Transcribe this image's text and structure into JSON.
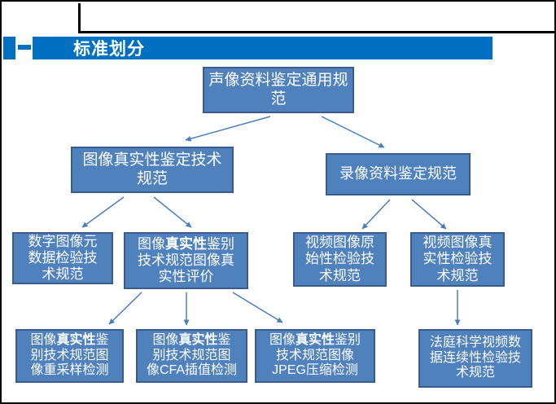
{
  "slide": {
    "title_bar": {
      "title": "标准划分"
    },
    "colors": {
      "header_blue": "#0070C0",
      "node_fill": "#4F81BD",
      "node_border": "#385D8A",
      "node_text": "#FFFFFF",
      "arrow": "#4A7EBB",
      "slide_border": "#000000"
    }
  },
  "diagram": {
    "nodes": [
      {
        "id": "root",
        "text": "声像资料鉴定通用规范",
        "lines": [
          [
            {
              "t": "声像资料鉴定通用规"
            }
          ],
          [
            {
              "t": "范"
            }
          ]
        ]
      },
      {
        "id": "img-auth-spec",
        "text": "图像真实性鉴定技术规范",
        "lines": [
          [
            {
              "t": "图像真实性鉴定技术"
            }
          ],
          [
            {
              "t": "规范"
            }
          ]
        ]
      },
      {
        "id": "video-rec-spec",
        "text": "录像资料鉴定规范",
        "lines": [
          [
            {
              "t": "录像资料鉴定规范"
            }
          ]
        ]
      },
      {
        "id": "metadata-spec",
        "text": "数字图像元数据检验技术规范",
        "lines": [
          [
            {
              "t": "数字图像元"
            }
          ],
          [
            {
              "t": "数据检验技"
            }
          ],
          [
            {
              "t": "术规范"
            }
          ]
        ]
      },
      {
        "id": "img-auth-eval",
        "text": "图像真实性鉴别技术规范图像真实性评价",
        "lines": [
          [
            {
              "t": "图像"
            },
            {
              "t": "真实性",
              "b": true
            },
            {
              "t": "鉴别"
            }
          ],
          [
            {
              "t": "技术规范图像真"
            }
          ],
          [
            {
              "t": "实性评价"
            }
          ]
        ]
      },
      {
        "id": "video-originality",
        "text": "视频图像原始性检验技术规范",
        "lines": [
          [
            {
              "t": "视频图像原"
            }
          ],
          [
            {
              "t": "始性检验技"
            }
          ],
          [
            {
              "t": "术规范"
            }
          ]
        ]
      },
      {
        "id": "video-authenticity",
        "text": "视频图像真实性检验技术规范",
        "lines": [
          [
            {
              "t": "视频图像真"
            }
          ],
          [
            {
              "t": "实性检验技"
            }
          ],
          [
            {
              "t": "术规范"
            }
          ]
        ]
      },
      {
        "id": "resample-detect",
        "text": "图像真实性鉴别技术规范图像重采样检测",
        "lines": [
          [
            {
              "t": "图像"
            },
            {
              "t": "真实性",
              "b": true
            },
            {
              "t": "鉴"
            }
          ],
          [
            {
              "t": "别技术规范图"
            }
          ],
          [
            {
              "t": "像重采样检测"
            }
          ]
        ]
      },
      {
        "id": "cfa-detect",
        "text": "图像真实性鉴别技术规范图像CFA插值检测",
        "lines": [
          [
            {
              "t": "图像"
            },
            {
              "t": "真实性",
              "b": true
            },
            {
              "t": "鉴"
            }
          ],
          [
            {
              "t": "别技术规范图"
            }
          ],
          [
            {
              "t": "像CFA插值检测"
            }
          ]
        ]
      },
      {
        "id": "jpeg-detect",
        "text": "图像真实性鉴别技术规范图像JPEG压缩检测",
        "lines": [
          [
            {
              "t": "图像"
            },
            {
              "t": "真实性",
              "b": true
            },
            {
              "t": "鉴别"
            }
          ],
          [
            {
              "t": "技术规范图像"
            }
          ],
          [
            {
              "t": "JPEG压缩检测"
            }
          ]
        ]
      },
      {
        "id": "continuity-spec",
        "text": "法庭科学视频数据连续性检验技术规范",
        "lines": [
          [
            {
              "t": "法庭科学视频数"
            }
          ],
          [
            {
              "t": "据连续性检验技"
            }
          ],
          [
            {
              "t": "术规范"
            }
          ]
        ]
      }
    ],
    "edges": [
      {
        "from": "root",
        "to": "img-auth-spec"
      },
      {
        "from": "root",
        "to": "video-rec-spec"
      },
      {
        "from": "img-auth-spec",
        "to": "metadata-spec"
      },
      {
        "from": "img-auth-spec",
        "to": "img-auth-eval"
      },
      {
        "from": "video-rec-spec",
        "to": "video-originality"
      },
      {
        "from": "video-rec-spec",
        "to": "video-authenticity"
      },
      {
        "from": "img-auth-eval",
        "to": "resample-detect"
      },
      {
        "from": "img-auth-eval",
        "to": "cfa-detect"
      },
      {
        "from": "img-auth-eval",
        "to": "jpeg-detect"
      },
      {
        "from": "video-authenticity",
        "to": "continuity-spec"
      }
    ]
  }
}
